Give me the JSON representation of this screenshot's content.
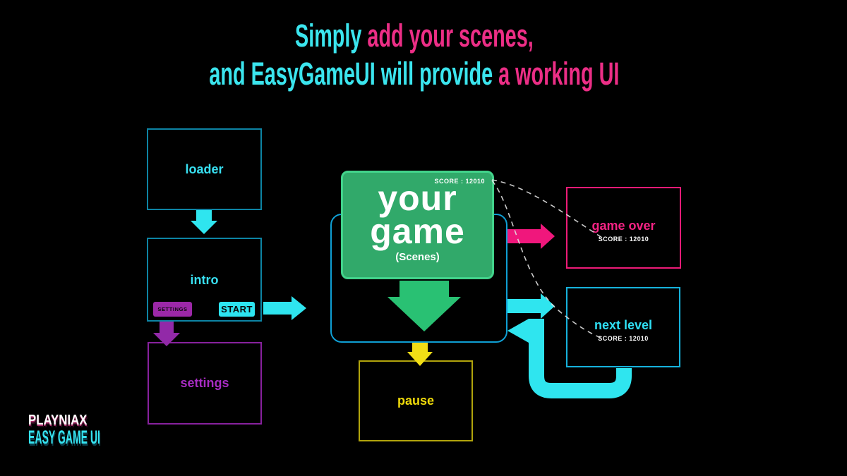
{
  "title": {
    "l1_part1": "Simply ",
    "l1_part2": "add your scenes,",
    "l2_part1": "and EasyGameUI will provide ",
    "l2_part2": "a working UI"
  },
  "boxes": {
    "loader": {
      "label": "loader"
    },
    "intro": {
      "label": "intro",
      "settings_button": "SETTINGS",
      "start_button": "START"
    },
    "settings": {
      "label": "settings"
    },
    "your_game": {
      "title": "your\ngame",
      "subtitle": "(Scenes)",
      "score": "SCORE : 12010"
    },
    "pause": {
      "label": "pause"
    },
    "game_over": {
      "label": "game over",
      "score": "SCORE : 12010"
    },
    "next_level": {
      "label": "next level",
      "score": "SCORE : 12010"
    }
  },
  "branding": {
    "company": "PLAYNIAX",
    "product": "EASY GAME UI"
  },
  "colors": {
    "cyan_accent": "#2fe5ef",
    "pink_accent": "#f0177c",
    "purple_accent": "#9c28a8",
    "green_fill": "#31a96a",
    "green_border": "#42d38b",
    "yellow_accent": "#f2de16",
    "box_border_teal": "#0d84a4",
    "container_border_blue": "#0f9fd4",
    "background": "#000000"
  }
}
